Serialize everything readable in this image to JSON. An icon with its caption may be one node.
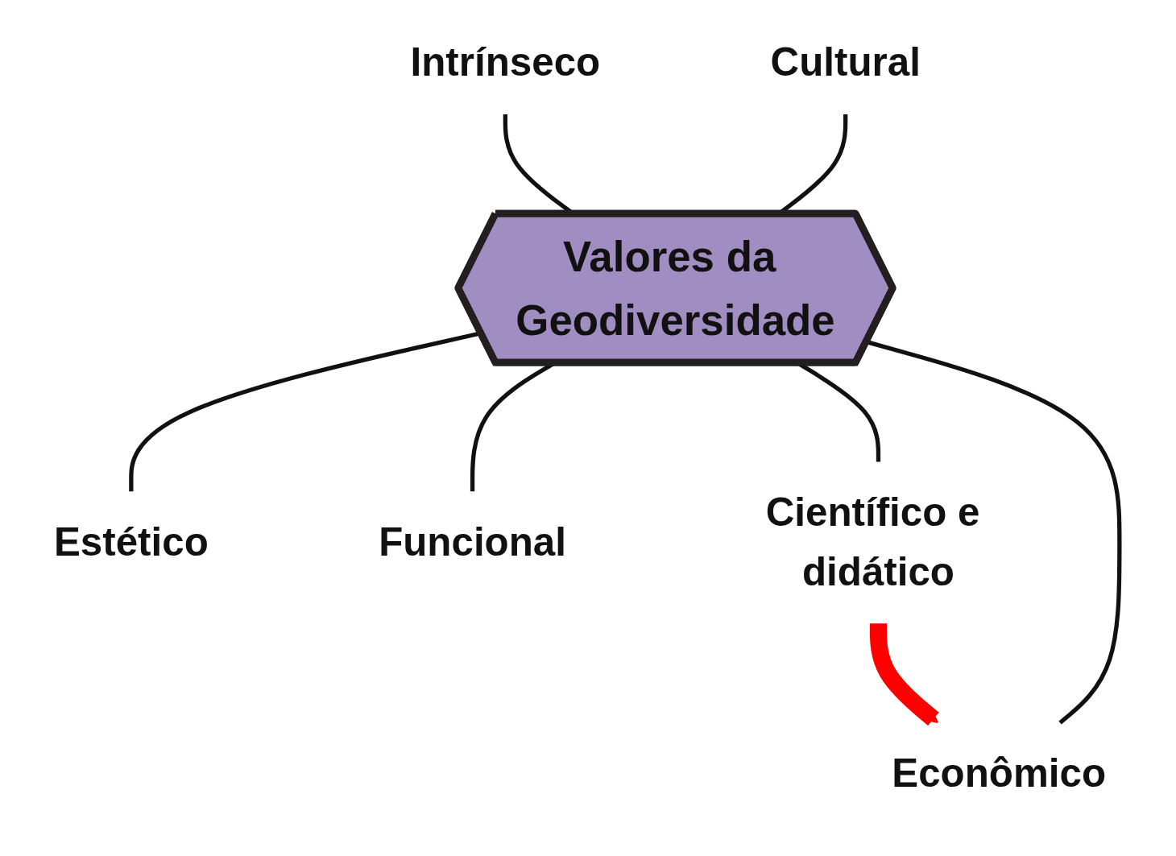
{
  "diagram": {
    "nodes": [
      {
        "text": [
          "Intrínseco"
        ]
      },
      {
        "text": [
          "Cultural"
        ]
      },
      {
        "text": [
          "Econômico"
        ]
      },
      {
        "text": [
          "Valores da Geodiversidade"
        ]
      },
      {
        "text": [
          "Estético"
        ]
      },
      {
        "text": [
          "Funcional"
        ]
      },
      {
        "text": [
          "Científico e didático"
        ]
      }
    ],
    "edges": [
      {
        "from": 0,
        "to": 3,
        "arrow": "none"
      },
      {
        "from": 1,
        "to": 3,
        "arrow": "none"
      },
      {
        "from": 2,
        "to": 3,
        "arrow": "none"
      },
      {
        "from": 3,
        "to": 4,
        "arrow": "none"
      },
      {
        "from": 3,
        "to": 5,
        "arrow": "none"
      },
      {
        "from": 3,
        "to": 6,
        "arrow": "none"
      },
      {
        "from": 6,
        "to": 2,
        "arrow": "to",
        "style": "thick",
        "color": "#ff0000"
      }
    ]
  }
}
